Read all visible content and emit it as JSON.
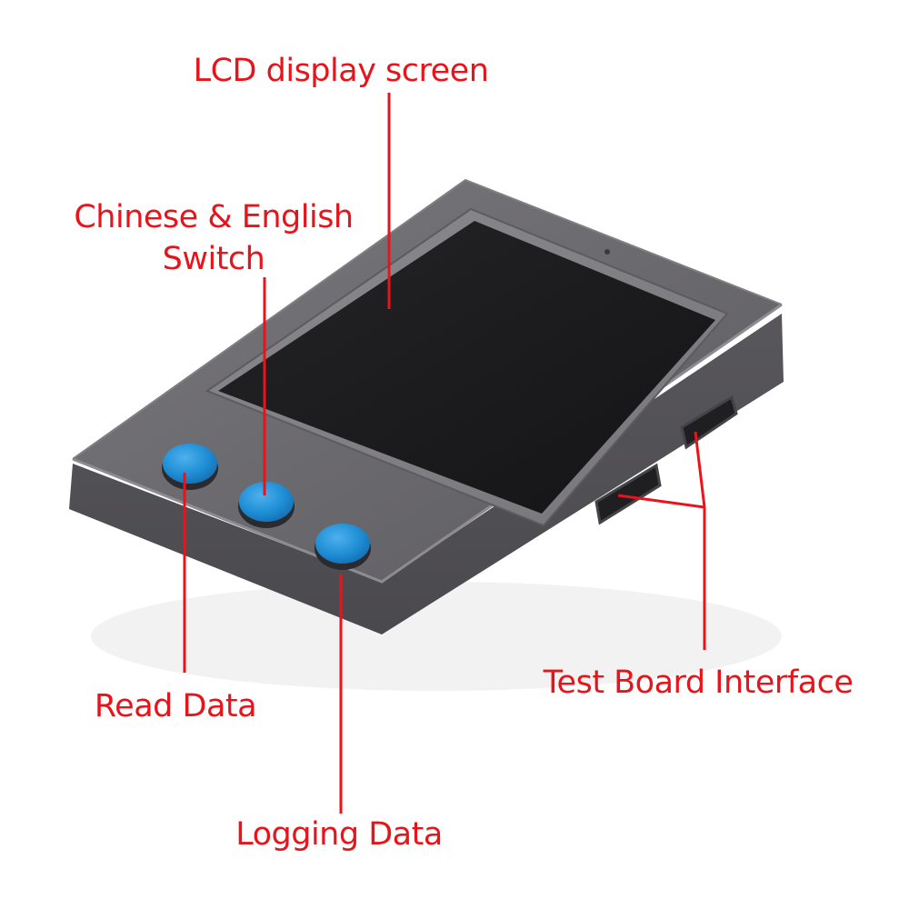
{
  "callouts": {
    "lcd_display": "LCD display screen",
    "language_switch_line1": "Chinese & English",
    "language_switch_line2": "Switch",
    "read_data": "Read Data",
    "logging_data": "Logging Data",
    "test_board_interface": "Test Board Interface"
  },
  "colors": {
    "callout_text": "#e8141b",
    "leader_line": "#e8141b",
    "device_body": "#6d6c70",
    "screen": "#1a1a1c",
    "button": "#1f8fd6"
  }
}
